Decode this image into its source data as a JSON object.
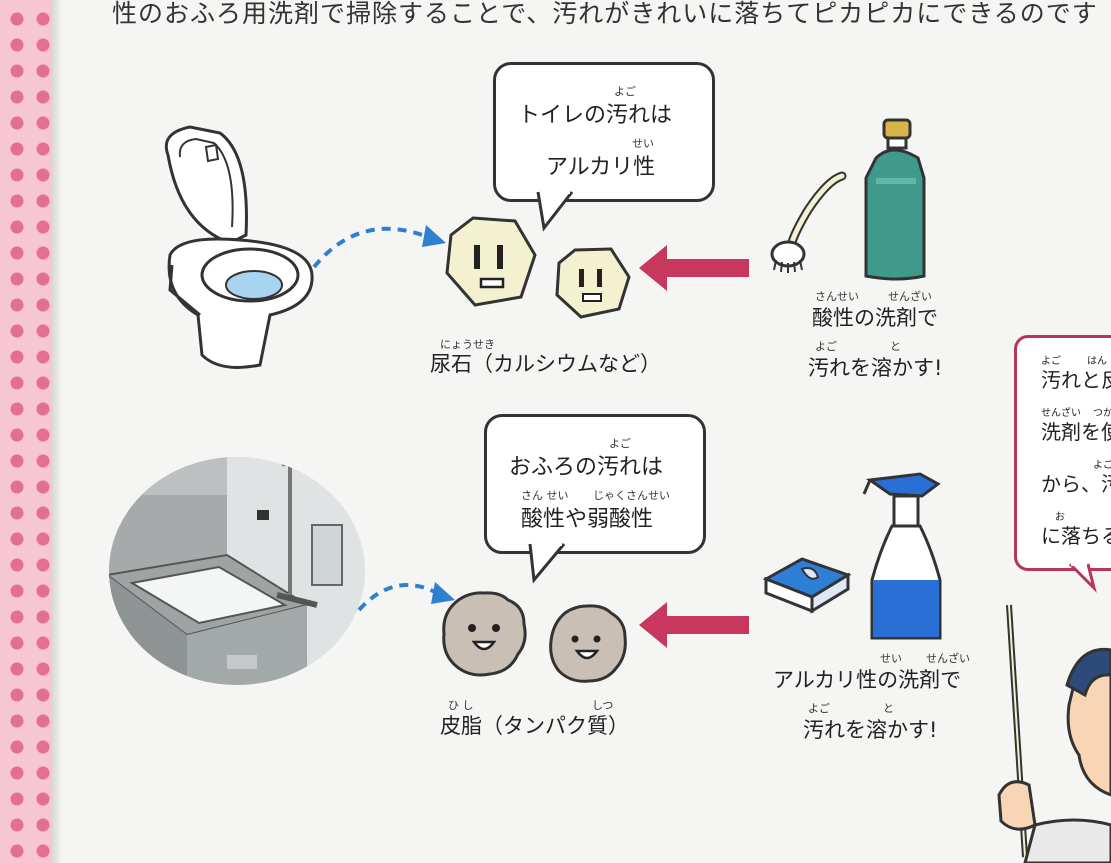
{
  "header": {
    "top_line": "性のおふろ用洗剤で掃除することで、汚れがきれいに落ちてピカピカにできるのです"
  },
  "toilet_section": {
    "bubble_line1": "トイレの汚れは",
    "bubble_line2": "アルカリ性",
    "bubble_ruby1": "よご",
    "bubble_ruby2": "せい",
    "stain_label": "尿石（カルシウムなど）",
    "stain_ruby": "にょうせき",
    "cleaner_line1": "酸性の洗剤で",
    "cleaner_line2": "汚れを溶かす!",
    "cleaner_ruby1a": "さんせい",
    "cleaner_ruby1b": "せんざい",
    "cleaner_ruby2a": "よご",
    "cleaner_ruby2b": "と"
  },
  "bath_section": {
    "bubble_line1": "おふろの汚れは",
    "bubble_line2": "酸性や弱酸性",
    "bubble_ruby1": "よご",
    "bubble_ruby2a": "さん せい",
    "bubble_ruby2b": "じゃくさんせい",
    "stain_label": "皮脂（タンパク質）",
    "stain_ruby_a": "ひ し",
    "stain_ruby_b": "しつ",
    "cleaner_line1": "アルカリ性の洗剤で",
    "cleaner_line2": "汚れを溶かす!",
    "cleaner_ruby1a": "せい",
    "cleaner_ruby1b": "せんざい",
    "cleaner_ruby2a": "よご",
    "cleaner_ruby2b": "と"
  },
  "side_hint": {
    "line1": "汚れと反",
    "line2": "洗剤を使",
    "line3": "から、汚",
    "line4": "に落ちる",
    "ruby1a": "よご",
    "ruby1b": "はん",
    "ruby2a": "せんざい",
    "ruby2b": "つか",
    "ruby3": "よご",
    "ruby4": "お"
  },
  "colors": {
    "arrow_red": "#c8385e",
    "dash_blue": "#2f7fd0",
    "stone_yellow": "#f3f1cf",
    "sebum_brown": "#c9bfb5",
    "bottle_green": "#3f9a8c",
    "spray_blue": "#2a6fd6",
    "hint_border": "#b8345b"
  }
}
